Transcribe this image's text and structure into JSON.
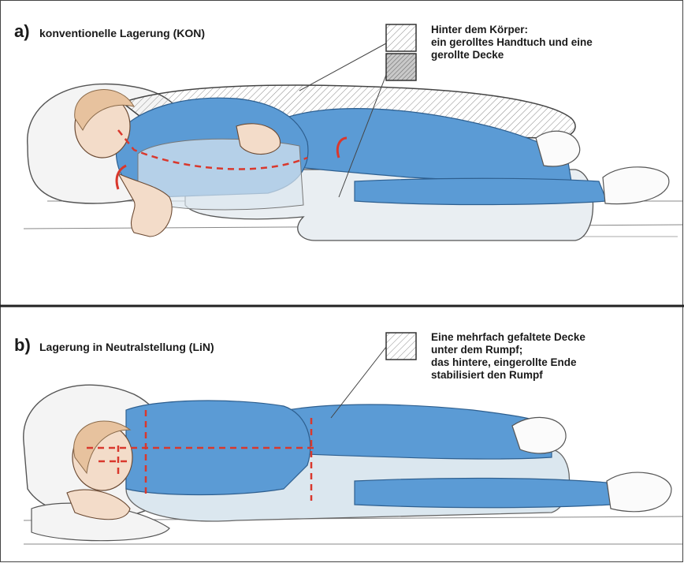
{
  "panel_a": {
    "label": "a)",
    "title": "konventionelle Lagerung (KON)",
    "legend": {
      "lines": [
        "Hinter dem Körper:",
        "ein gerolltes Handtuch und eine",
        "gerollte Decke"
      ]
    }
  },
  "panel_b": {
    "label": "b)",
    "title": "Lagerung in Neutralstellung (LiN)",
    "legend": {
      "lines": [
        "Eine mehrfach gefaltete Decke",
        "unter dem Rumpf;",
        "das hintere, eingerollte Ende",
        "stabilisiert den Rumpf"
      ]
    }
  },
  "colors": {
    "clothing": "#5b9bd5",
    "clothing_dark": "#3c7dbf",
    "skin": "#f3dcc9",
    "hair": "#e7c29e",
    "marker": "#d9382d",
    "blanket": "#dbe7ef",
    "divider": "#222222"
  }
}
